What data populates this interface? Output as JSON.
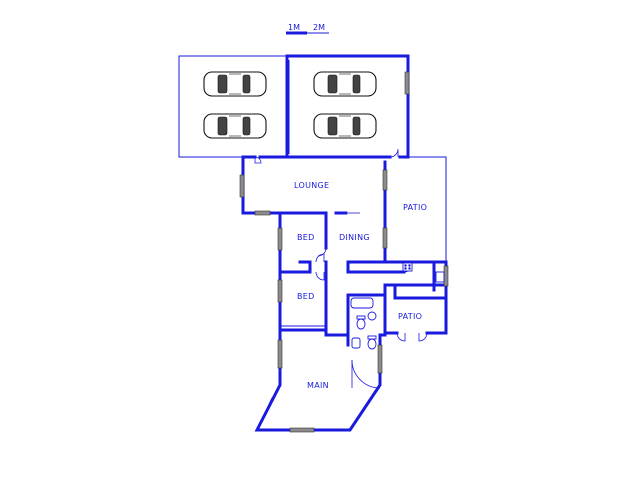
{
  "scale_bar": {
    "label_1": "1M",
    "label_2": "2M"
  },
  "rooms": {
    "lounge": "LOUNGE",
    "patio_east": "PATIO",
    "bed_1": "BED",
    "dining": "DINING",
    "bed_2": "BED",
    "patio_south": "PATIO",
    "main": "MAIN"
  },
  "colors": {
    "wall": "#1a1adf",
    "window": "#8c8c8c",
    "car": "#111111"
  },
  "icons": [
    "car-icon",
    "door-swing-icon",
    "window-icon",
    "bath-icon",
    "toilet-icon",
    "basin-icon",
    "stove-icon"
  ]
}
